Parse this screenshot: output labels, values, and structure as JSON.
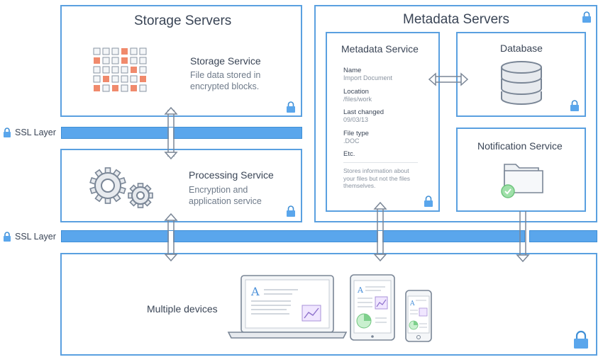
{
  "storage_servers": {
    "title": "Storage Servers",
    "service_title": "Storage Service",
    "service_desc_line1": "File data stored in",
    "service_desc_line2": "encrypted blocks."
  },
  "processing": {
    "service_title": "Processing Service",
    "service_desc_line1": "Encryption and",
    "service_desc_line2": "application service"
  },
  "metadata_servers": {
    "title": "Metadata Servers",
    "service_title": "Metadata Service",
    "fields": [
      {
        "key": "Name",
        "value": "Import Document"
      },
      {
        "key": "Location",
        "value": "/files/work"
      },
      {
        "key": "Last changed",
        "value": "09/03/13"
      },
      {
        "key": "File type",
        "value": ".DOC"
      },
      {
        "key": "Etc.",
        "value": ""
      }
    ],
    "note_line1": "Stores information about",
    "note_line2": "your files but not the files",
    "note_line3": "themselves."
  },
  "database": {
    "title": "Database"
  },
  "notification": {
    "title": "Notification Service"
  },
  "ssl": {
    "label_top": "SSL Layer",
    "label_bottom": "SSL Layer"
  },
  "devices": {
    "label": "Multiple devices"
  },
  "colors": {
    "accent": "#5aa6ec",
    "border": "#5aa0e0",
    "highlight": "#f08a6c",
    "green": "#8fdc9c"
  },
  "icons": [
    "lock-icon",
    "database-icon",
    "folder-icon",
    "check-icon",
    "gear-icon",
    "laptop-icon",
    "tablet-icon",
    "phone-icon"
  ]
}
